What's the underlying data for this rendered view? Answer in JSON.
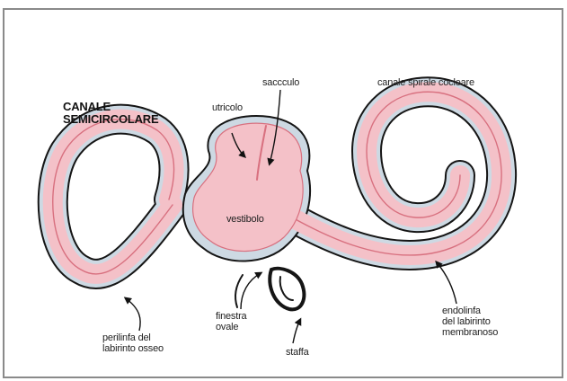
{
  "labels": {
    "canale_semicircolare": "CANALE\nSEMICIRCOLARE",
    "utricolo": "utricolo",
    "saccculo": "saccculo",
    "canale_spirale": "canale spirale cocleare",
    "vestibolo": "vestibolo",
    "perilinfa": "perilinfa del\nlabirinto osseo",
    "finestra_ovale": "finestra\novale",
    "staffa": "staffa",
    "endolinfa": "endolinfa\ndel labirinto\nmembranoso"
  },
  "colors": {
    "bone_fill": "#cdd9e3",
    "bone_outline": "#151515",
    "membrane_fill": "#f4c1c8",
    "membrane_line": "#d8707f",
    "frame": "#8a8a8a"
  }
}
